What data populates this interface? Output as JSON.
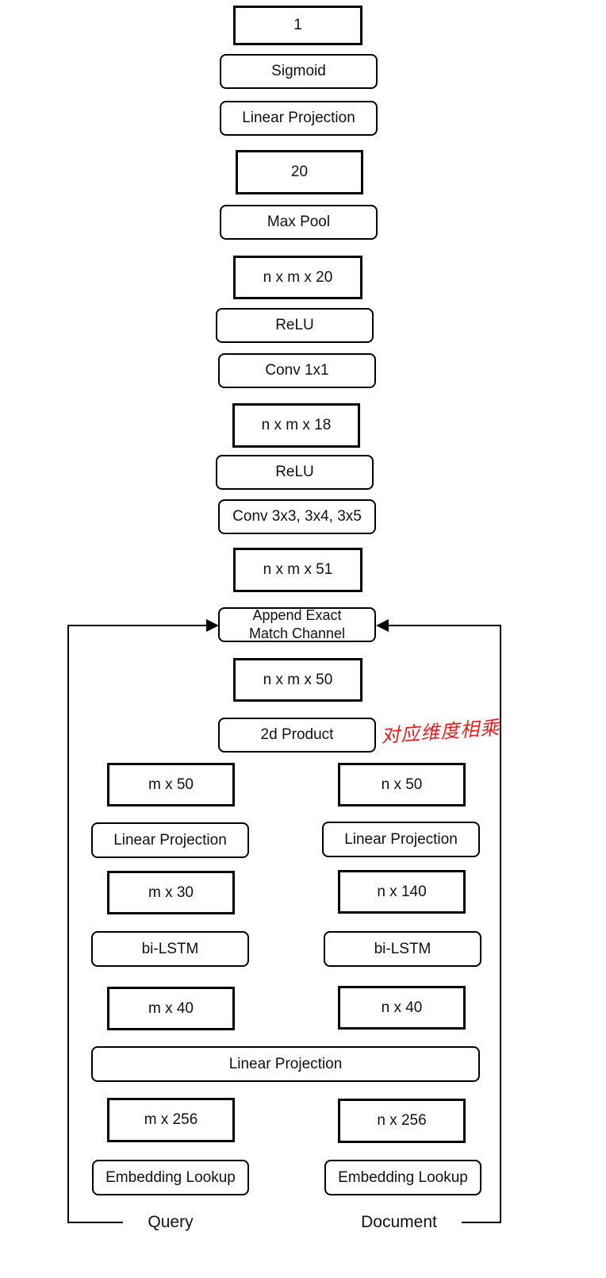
{
  "diagram": {
    "top_stack": {
      "output_dim": "1",
      "sigmoid": "Sigmoid",
      "linear_projection_final": "Linear Projection",
      "dim_20": "20",
      "max_pool": "Max Pool",
      "dim_nxmx20": "n x m x 20",
      "relu_2": "ReLU",
      "conv_1x1": "Conv 1x1",
      "dim_nxmx18": "n x m x 18",
      "relu_1": "ReLU",
      "conv_multi": "Conv 3x3, 3x4, 3x5",
      "dim_nxmx51": "n x m x 51",
      "append_exact_match": "Append  Exact\nMatch Channel",
      "dim_nxmx50": "n x m x 50",
      "product_2d": "2d Product"
    },
    "annotation": "对应维度相乘",
    "query": {
      "dim_mx50": "m x 50",
      "linear_projection": "Linear Projection",
      "dim_mx30": "m x 30",
      "bilstm": "bi-LSTM",
      "dim_mx40": "m x 40",
      "dim_mx256": "m x 256",
      "embedding_lookup": "Embedding  Lookup",
      "label": "Query"
    },
    "document": {
      "dim_nx50": "n x 50",
      "linear_projection": "Linear Projection",
      "dim_nx140": "n x 140",
      "bilstm": "bi-LSTM",
      "dim_nx40": "n x 40",
      "dim_nx256": "n x 256",
      "embedding_lookup": "Embedding  Lookup",
      "label": "Document"
    },
    "shared_linear_projection": "Linear Projection"
  }
}
